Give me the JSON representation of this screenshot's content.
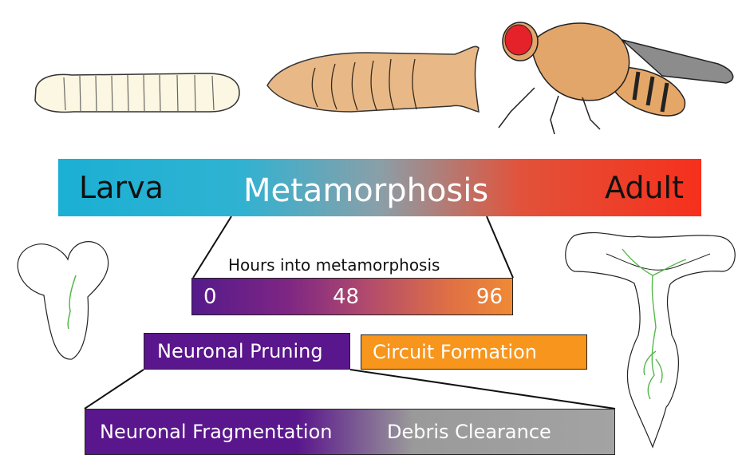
{
  "stages": {
    "larva": "Larva",
    "metamorphosis": "Metamorphosis",
    "adult": "Adult"
  },
  "hours": {
    "title": "Hours into metamorphosis",
    "start": "0",
    "mid": "48",
    "end": "96"
  },
  "processes": {
    "pruning": "Neuronal Pruning",
    "circuit": "Circuit Formation"
  },
  "subprocesses": {
    "fragmentation": "Neuronal Fragmentation",
    "clearance": "Debris Clearance"
  },
  "colors": {
    "larva": "#1bb0d4",
    "adult": "#f6301c",
    "pruning": "#5a168c",
    "circuit": "#f7951c",
    "clearance": "#a3a3a3",
    "neuron": "#55b84a"
  }
}
